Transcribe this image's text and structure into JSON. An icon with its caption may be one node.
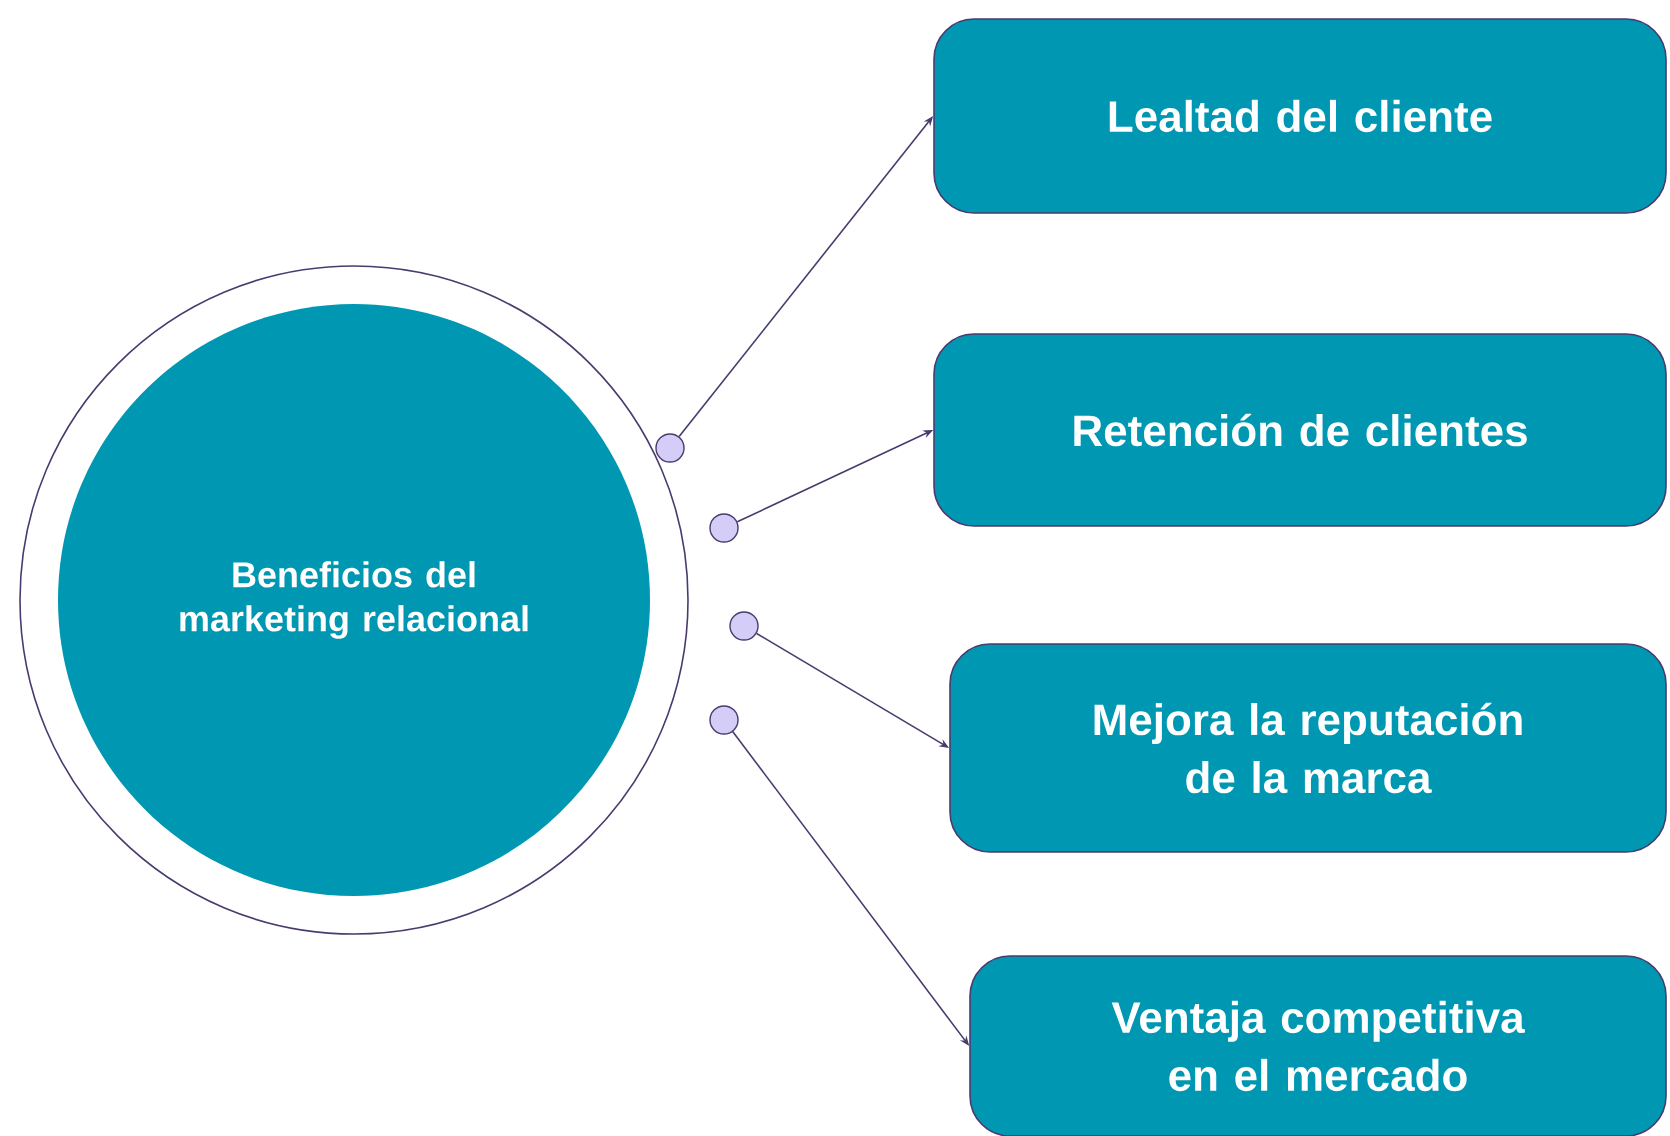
{
  "diagram": {
    "nodes": [
      {
        "text": [
          "Beneficios del marketing relacional"
        ]
      },
      {
        "text": [
          "Lealtad del cliente"
        ]
      },
      {
        "text": [
          "Retención de clientes"
        ]
      },
      {
        "text": [
          "Mejora la reputación de la marca"
        ]
      },
      {
        "text": [
          "Ventaja competitiva en el mercado"
        ]
      },
      {
        "text": [],
        "shape": "circle"
      },
      {
        "text": [],
        "shape": "circle"
      },
      {
        "text": [],
        "shape": "circle"
      },
      {
        "text": [],
        "shape": "circle"
      }
    ],
    "edges": [
      {
        "from": 5,
        "to": 1,
        "arrow": "to"
      },
      {
        "from": 6,
        "to": 2,
        "arrow": "to"
      },
      {
        "from": 7,
        "to": 3,
        "arrow": "to"
      },
      {
        "from": 8,
        "to": 4,
        "arrow": "to"
      }
    ]
  }
}
